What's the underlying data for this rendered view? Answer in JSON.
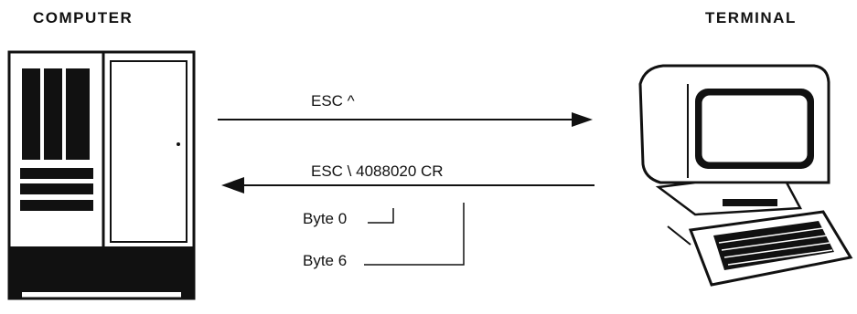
{
  "computer": {
    "label": "COMPUTER"
  },
  "terminal": {
    "label": "TERMINAL"
  },
  "arrows": {
    "to_terminal": {
      "label": "ESC ^"
    },
    "to_computer": {
      "label": "ESC \\  4088020 CR"
    }
  },
  "bytes": {
    "first": "Byte 0",
    "last": "Byte 6"
  }
}
